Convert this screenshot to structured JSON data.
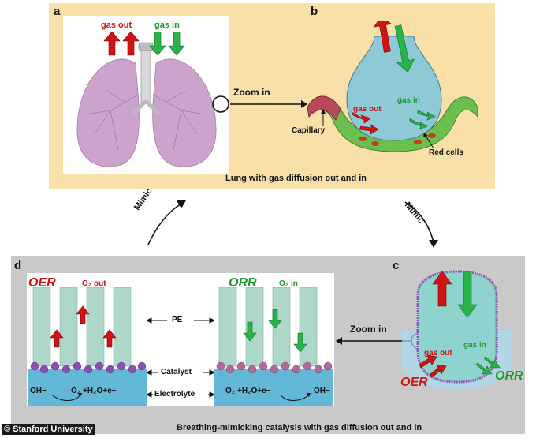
{
  "panel_a": {
    "letter": "a",
    "gas_out": "gas out",
    "gas_in": "gas in",
    "zoom": "Zoom in"
  },
  "panel_b": {
    "letter": "b",
    "gas_out": "gas out",
    "gas_in": "gas in",
    "capillary": "Capillary",
    "red_cells": "Red cells",
    "caption": "Lung with gas diffusion out and in"
  },
  "mimic_left": "Mimic",
  "mimic_right": "Mimic",
  "panel_c": {
    "letter": "c",
    "gas_out": "gas out",
    "gas_in": "gas in",
    "oer": "OER",
    "orr": "ORR",
    "zoom": "Zoom in"
  },
  "panel_d": {
    "letter": "d",
    "oer": "OER",
    "o2_out": "O₂ out",
    "orr": "ORR",
    "o2_in": "O₂ in",
    "pe": "PE",
    "catalyst": "Catalyst",
    "electrolyte": "Electrolyte",
    "left_eq_a": "OH−",
    "left_eq_b": "O₂ +H₂O+e−",
    "right_eq_a": "O₂ +H₂O+e−",
    "right_eq_b": "OH−"
  },
  "bottom_caption": "Breathing-mimicking catalysis with gas diffusion out and in",
  "credit": "© Stanford University",
  "colors": {
    "top_panel": "#f9dfa8",
    "bottom_panel": "#c9c9c9",
    "red": "#d01414",
    "green": "#1c9a2c"
  }
}
